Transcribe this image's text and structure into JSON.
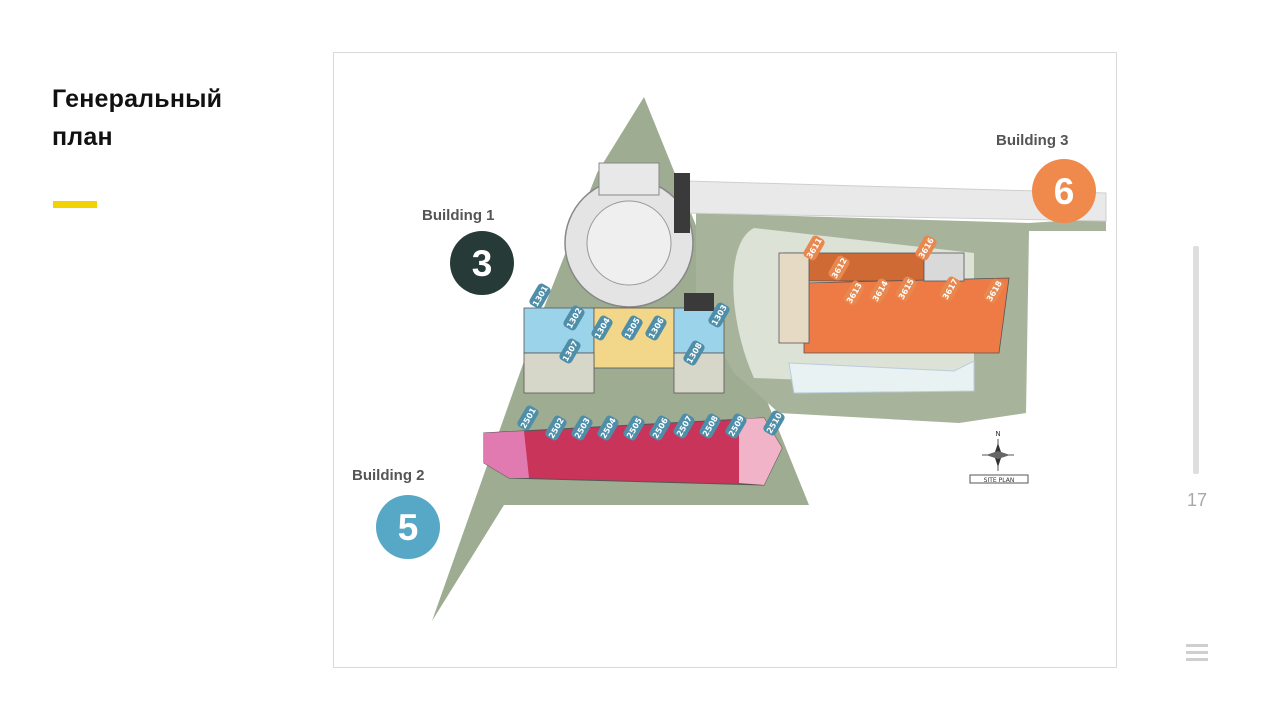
{
  "slide": {
    "title": "Генеральный\nплан",
    "page_number": "17",
    "accent_color": "#f2d200"
  },
  "plan": {
    "buildings": [
      {
        "label": "Building 1",
        "number": "3",
        "color": "#263a38"
      },
      {
        "label": "Building 2",
        "number": "5",
        "color": "#57a8c6"
      },
      {
        "label": "Building 3",
        "number": "6",
        "color": "#ef8a4c"
      }
    ],
    "units_building1": [
      "1301",
      "1302",
      "1304",
      "1305",
      "1306",
      "1303",
      "1307",
      "1308"
    ],
    "units_building2": [
      "2501",
      "2502",
      "2503",
      "2504",
      "2505",
      "2506",
      "2507",
      "2508",
      "2509",
      "2510"
    ],
    "units_building3": [
      "3611",
      "3612",
      "3613",
      "3614",
      "3615",
      "3616",
      "3617",
      "3618"
    ],
    "compass": {
      "label": "N",
      "icon": "compass-icon"
    },
    "legend_label": "SITE PLAN"
  },
  "ui": {
    "menu_icon": "hamburger-menu-icon"
  }
}
